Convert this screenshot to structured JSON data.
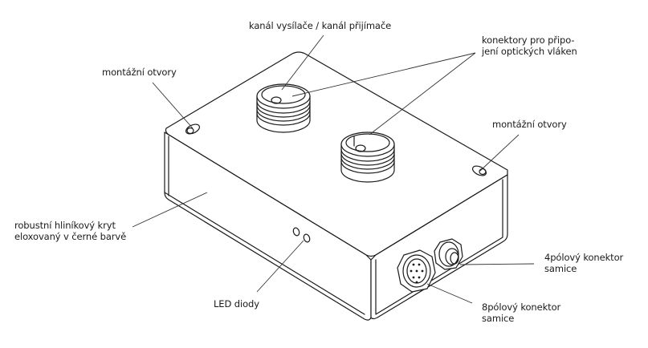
{
  "diagram": {
    "subject": "optical fiber transmitter/receiver enclosure",
    "labels": {
      "channels": "kanál vysílače / kanál přijímače",
      "fiber_connectors_line1": "konektory pro připo-",
      "fiber_connectors_line2": "jení optických vláken",
      "mounting_holes_left": "montážní otvory",
      "mounting_holes_right": "montážní otvory",
      "housing_line1": "robustní hliníkový kryt",
      "housing_line2": "eloxovaný v černé barvě",
      "led": "LED diody",
      "connector4_line1": "4pólový konektor",
      "connector4_line2": "samice",
      "connector8_line1": "8pólový konektor",
      "connector8_line2": "samice"
    },
    "colors": {
      "line": "#1a1a1a",
      "background": "#ffffff"
    }
  }
}
